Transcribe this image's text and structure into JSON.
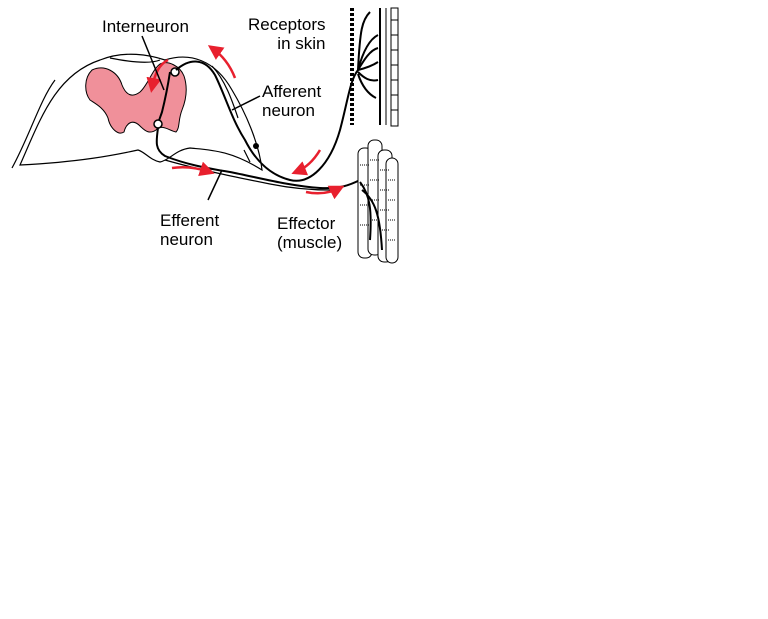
{
  "labels": {
    "interneuron": "Interneuron",
    "receptors": [
      "Receptors",
      "in skin"
    ],
    "afferent": [
      "Afferent",
      "neuron"
    ],
    "efferent": [
      "Efferent",
      "neuron"
    ],
    "effector": [
      "Effector",
      "(muscle)"
    ]
  },
  "colors": {
    "gray_matter": "#f0909a",
    "arrow": "#e8202e",
    "line": "#000000"
  }
}
